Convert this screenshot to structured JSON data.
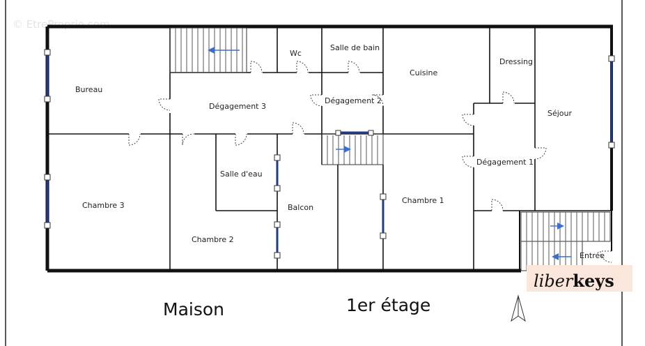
{
  "watermark": "© EtreProprio.com",
  "caption": {
    "left": "Maison",
    "right": "1er étage"
  },
  "logo": {
    "script": "liber",
    "bold": "keys"
  },
  "rooms": {
    "bureau": "Bureau",
    "degagement_3": "Dégagement 3",
    "wc": "Wc",
    "salle_de_bain": "Salle de bain",
    "degagement_2": "Dégagement 2",
    "cuisine": "Cuisine",
    "dressing": "Dressing",
    "sejour": "Séjour",
    "degagement_1": "Dégagement 1",
    "chambre_3": "Chambre 3",
    "salle_d_eau": "Salle d'eau",
    "chambre_2": "Chambre 2",
    "balcon": "Balcon",
    "chambre_1": "Chambre 1",
    "entree": "Entrée"
  },
  "colors": {
    "wall": "#111111",
    "window": "#223a8a",
    "stair_arrow": "#3a6fd0",
    "logo_background": "#fbe6dc"
  },
  "icons": {
    "north": "north-arrow-icon",
    "stair": "stair-direction-arrow-icon"
  }
}
